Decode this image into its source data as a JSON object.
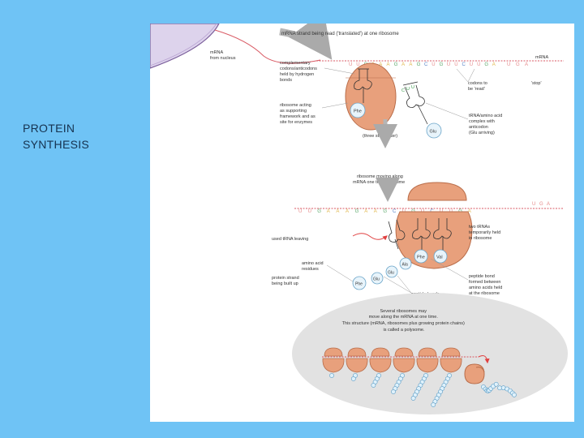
{
  "slide": {
    "title_line1": "PROTEIN",
    "title_line2": "SYNTHESIS"
  },
  "diagram": {
    "top_caption": "mRNA strand being read ('translated') at one ribosome",
    "mrna_from_nucleus": [
      "mRNA",
      "from nucleus"
    ],
    "complementary": [
      "complementary",
      "codons/anticodons",
      "held by hydrogen",
      "bonds"
    ],
    "ribosome_acting": [
      "ribosome acting",
      "as supporting",
      "framework and as",
      "site for enzymes"
    ],
    "codons_to_be_read": [
      "codons to",
      "be 'read'"
    ],
    "mrna_label_right": "mRNA",
    "stop_label": "'stop'",
    "trna_complex": [
      "tRNA/amino acid",
      "complex with",
      "anticodon",
      "(Glu arriving)"
    ],
    "three_steps_later": "(three steps later)",
    "ribosome_moving": [
      "ribosome moving along",
      "mRNA one triplet at a time"
    ],
    "used_trna_leaving": "used tRNA leaving",
    "two_trnas": [
      "two tRNAs",
      "temporarily held",
      "in ribosome"
    ],
    "amino_acid_residues": [
      "amino acid",
      "residues"
    ],
    "protein_strand": [
      "protein strand",
      "being built up"
    ],
    "peptide_bonds": "peptide bonds",
    "peptide_bond_formed": [
      "peptide bond",
      "formed between",
      "amino acids held",
      "at the ribosome"
    ],
    "polysome_text": [
      "Several ribosomes may",
      "move along the mRNA at one time.",
      "This structure (mRNA, ribosomes plus growing protein chains)",
      "is called a polysome."
    ],
    "mrna_bases_top": [
      "U",
      "U",
      "G",
      "A",
      "A",
      "A",
      "G",
      "A",
      "A",
      "G",
      "C",
      "U",
      "G",
      "U",
      "U",
      "C",
      "U",
      "U",
      "G",
      "A"
    ],
    "mrna_bases_mid": [
      "U",
      "U",
      "G",
      "A",
      "A",
      "A",
      "G",
      "A",
      "A",
      "G",
      "C",
      "U",
      "G",
      "U",
      "C",
      "U",
      "U",
      "G",
      "A"
    ],
    "stop_codon": [
      "U",
      "G",
      "A"
    ],
    "amino_acids": {
      "phe": "Phe",
      "glu": "Glu",
      "val": "Val",
      "ala": "Ala"
    }
  }
}
